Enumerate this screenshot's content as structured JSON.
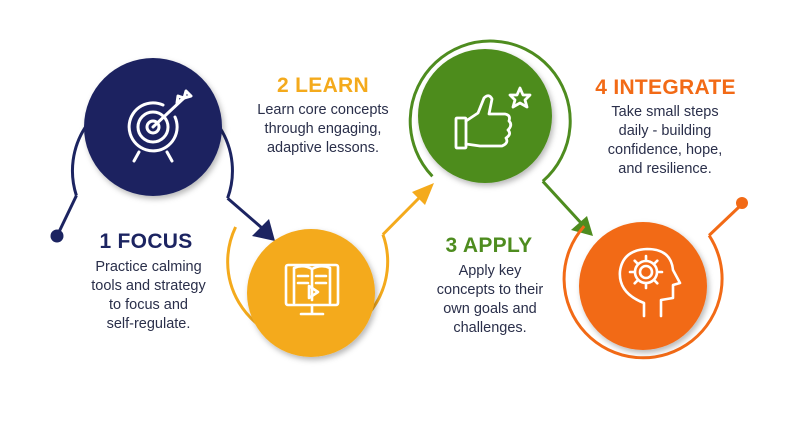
{
  "colors": {
    "navy": "#1c2461",
    "gold": "#f4aa1c",
    "green": "#4e8c1f",
    "orange": "#f26a16",
    "text": "#2a2f4a",
    "white": "#ffffff"
  },
  "steps": [
    {
      "title": "1 FOCUS",
      "description": [
        "Practice calming",
        "tools and strategy",
        "to focus and",
        "self-regulate."
      ],
      "color": "#1c2461",
      "icon": "target-arrow-icon"
    },
    {
      "title": "2 LEARN",
      "description": [
        "Learn core concepts",
        "through engaging,",
        "adaptive lessons."
      ],
      "color": "#f4aa1c",
      "icon": "book-monitor-icon"
    },
    {
      "title": "3 APPLY",
      "description": [
        "Apply key",
        "concepts to their",
        "own goals and",
        "challenges."
      ],
      "color": "#4e8c1f",
      "icon": "thumbs-up-star-icon"
    },
    {
      "title": "4 INTEGRATE",
      "description": [
        "Take small steps",
        "daily - building",
        "confidence, hope,",
        "and resilience."
      ],
      "color": "#f26a16",
      "icon": "head-gear-icon"
    }
  ]
}
